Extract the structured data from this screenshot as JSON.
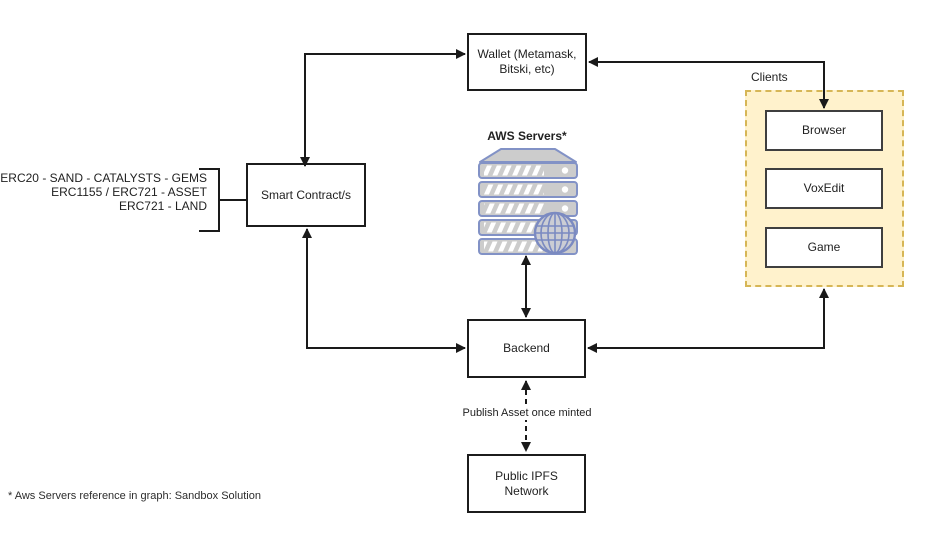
{
  "nodes": {
    "wallet": {
      "lines": [
        "Wallet (Metamask,",
        "Bitski, etc)"
      ]
    },
    "smart_contracts": {
      "label": "Smart Contract/s"
    },
    "backend": {
      "label": "Backend"
    },
    "public_ipfs": {
      "lines": [
        "Public IPFS",
        "Network"
      ]
    },
    "browser": {
      "label": "Browser"
    },
    "voxedit": {
      "label": "VoxEdit"
    },
    "game": {
      "label": "Game"
    }
  },
  "clients_group": {
    "label": "Clients"
  },
  "aws_servers": {
    "title": "AWS Servers*",
    "icon": "server-rack-with-globe"
  },
  "erc_note": {
    "lines": [
      "ERC20 - SAND - CATALYSTS - GEMS",
      "ERC1155 / ERC721 - ASSET",
      "ERC721 - LAND"
    ]
  },
  "edge_labels": {
    "publish_asset": "Publish Asset once minted"
  },
  "footnote": "* Aws Servers reference in graph: Sandbox Solution",
  "colors": {
    "background": "#ffffff",
    "box_fill": "#ffffff",
    "box_border": "#1c1c1c",
    "arrow": "#1a1a1a",
    "clients_fill": "#fff2cc",
    "clients_border": "#d6b656",
    "server_stroke": "#8292c6",
    "server_fill": "#cccccc",
    "text": "#1f1f1f"
  }
}
